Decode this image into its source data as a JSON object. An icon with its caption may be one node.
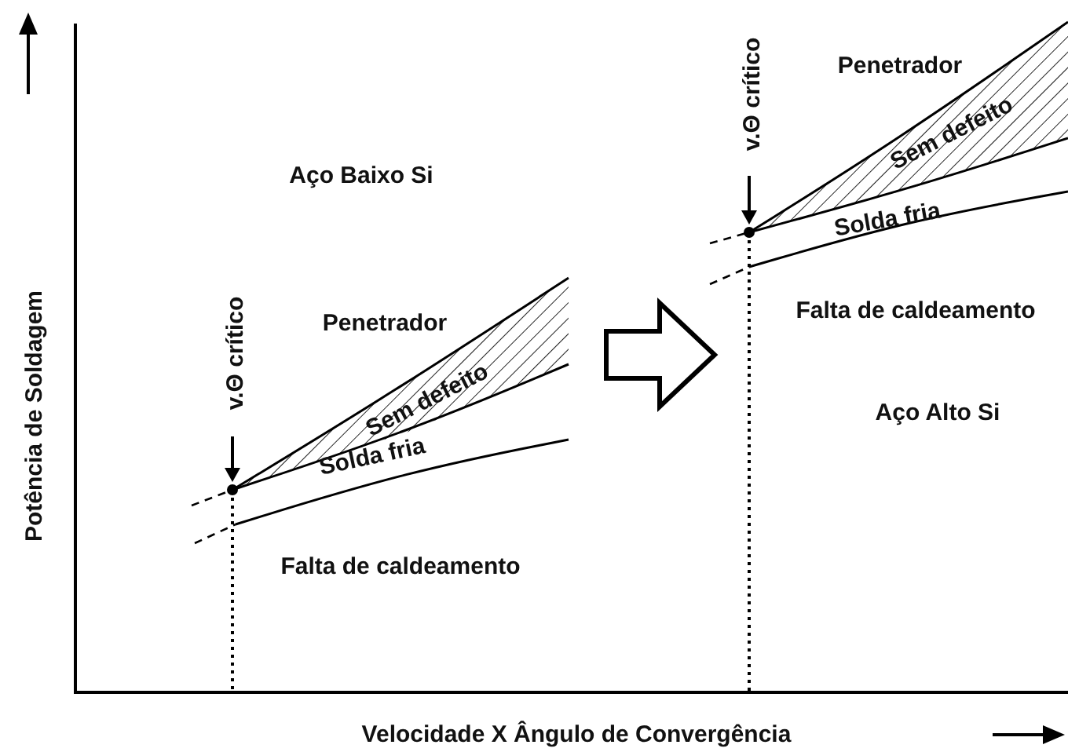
{
  "diagram": {
    "labels": [
      "Potência de Soldagem",
      "Velocidade X Ângulo de Convergência",
      "Aço Baixo Si",
      "v.Θ crítico",
      "Penetrador",
      "Sem defeito",
      "Solda fria",
      "Falta de caldeamento",
      "v.Θ crítico",
      "Penetrador",
      "Sem defeito",
      "Solda fria",
      "Falta de caldeamento",
      "Aço Alto Si"
    ]
  }
}
